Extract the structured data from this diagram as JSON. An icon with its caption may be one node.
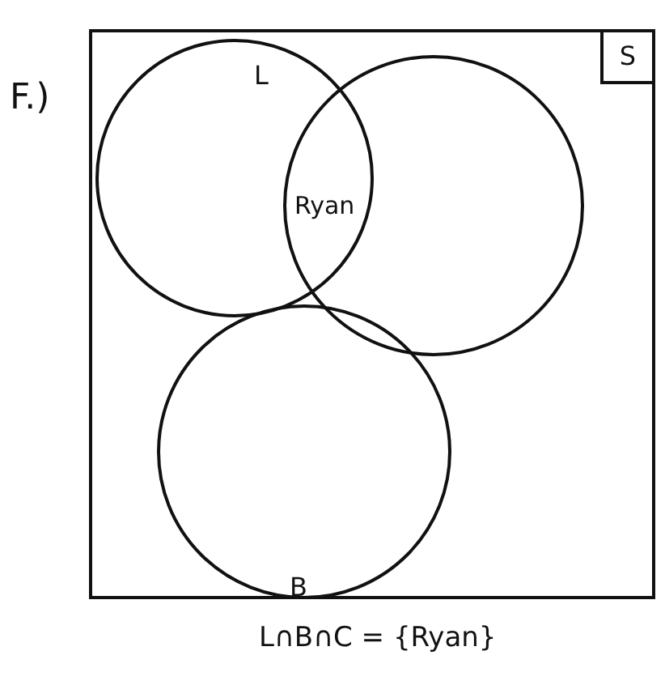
{
  "diagram": {
    "nodes": [
      {
        "text": [
          "S"
        ]
      },
      {
        "text": [
          "L"
        ],
        "in": 0
      },
      {
        "text": [],
        "shape": "circle",
        "in": 0
      },
      {
        "text": [
          "B"
        ],
        "in": 0
      }
    ],
    "labels": [
      "F.)",
      "Ryan",
      "L∩B∩C = {Ryan}"
    ]
  }
}
